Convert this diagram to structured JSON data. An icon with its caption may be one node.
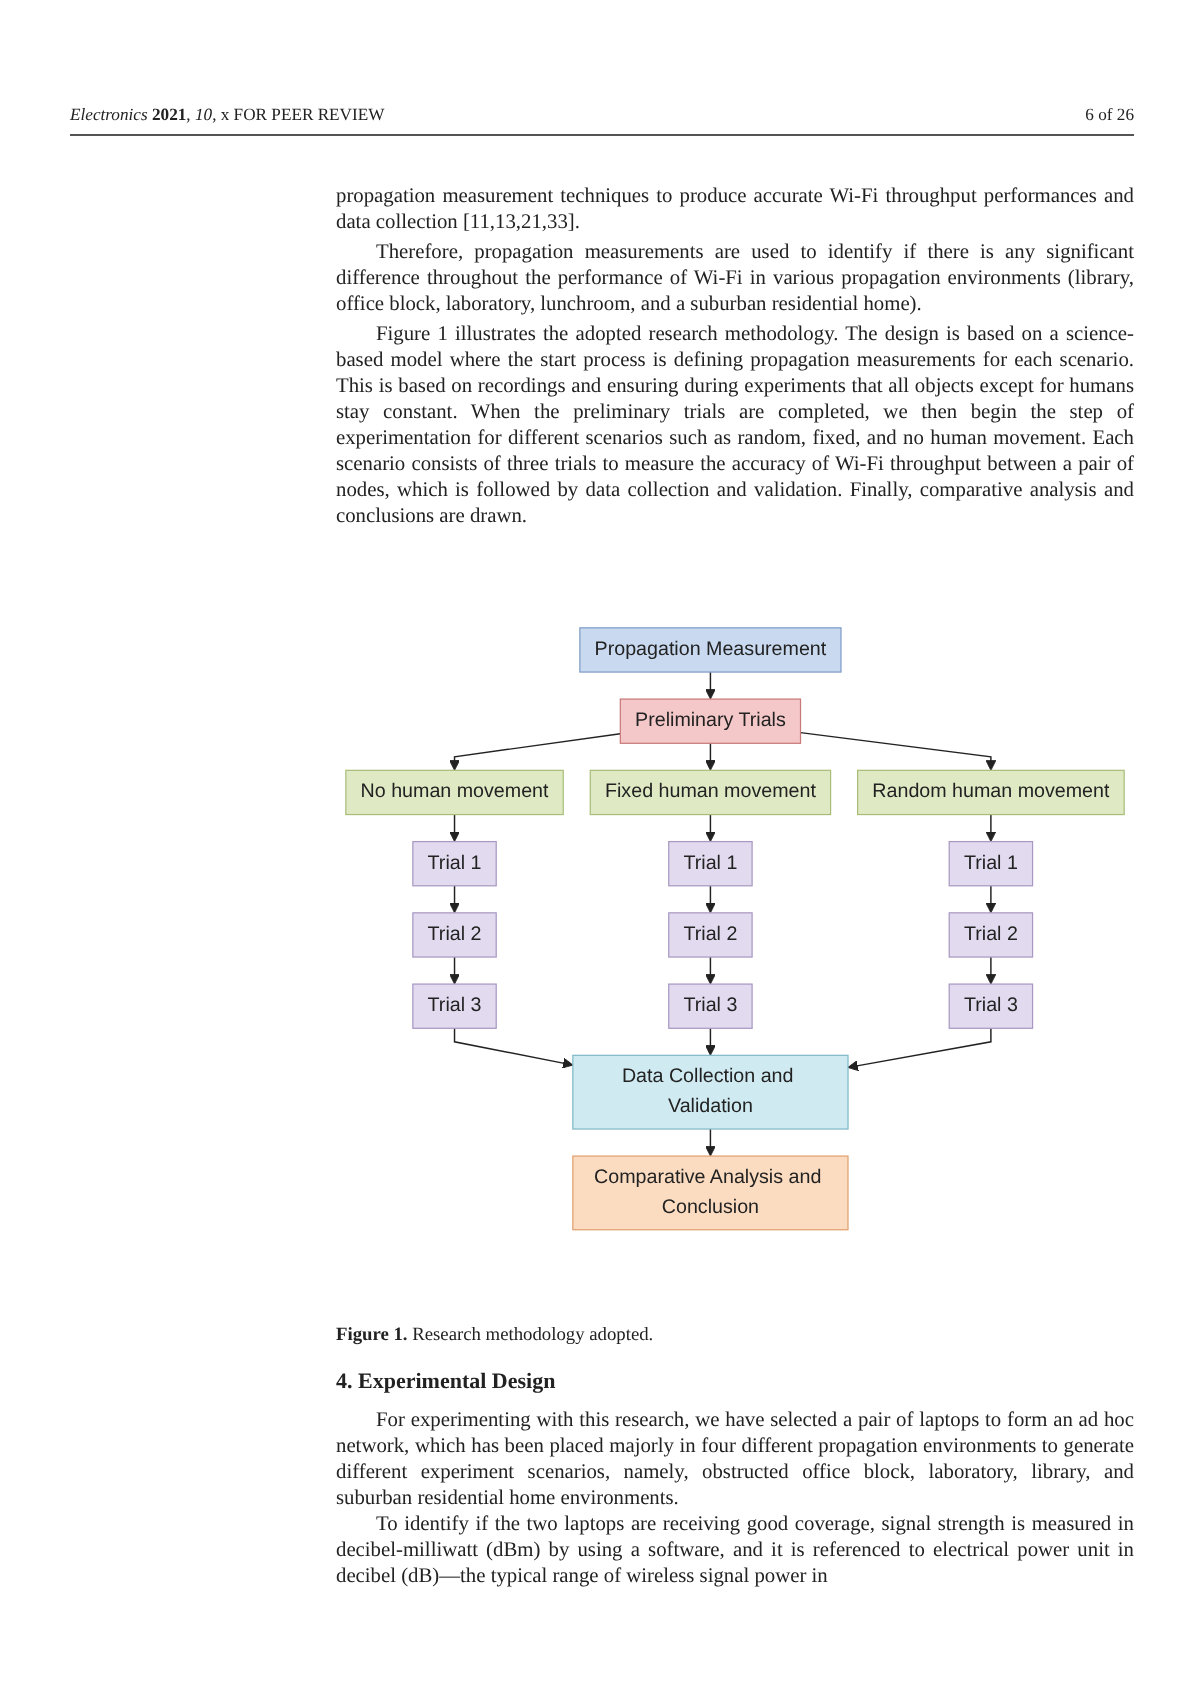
{
  "diagram": {
    "caption": "**Figure 1.** Research methodology adopted.",
    "nodes": [
      {
        "text": [
          "Propagation Measurement"
        ]
      },
      {
        "text": [
          "Preliminary Trials"
        ]
      },
      {
        "text": [
          "No human movement"
        ]
      },
      {
        "text": [
          "Fixed human movement"
        ]
      },
      {
        "text": [
          "Random human movement"
        ]
      },
      {
        "text": [
          "Trial 1"
        ]
      },
      {
        "text": [
          "Trial 1"
        ]
      },
      {
        "text": [
          "Trial 1"
        ]
      },
      {
        "text": [
          "Trial 2"
        ]
      },
      {
        "text": [
          "Trial 2"
        ]
      },
      {
        "text": [
          "Trial 2"
        ]
      },
      {
        "text": [
          "Trial 3"
        ]
      },
      {
        "text": [
          "Trial 3"
        ]
      },
      {
        "text": [
          "Trial 3"
        ]
      },
      {
        "text": [
          "Data Collection and Validation"
        ]
      },
      {
        "text": [
          "Comparative Analysis and Conclusion"
        ]
      }
    ],
    "edges": [
      {
        "from": 0,
        "to": 1,
        "arrow": "to"
      },
      {
        "from": 1,
        "to": 2,
        "arrow": "to"
      },
      {
        "from": 1,
        "to": 3,
        "arrow": "to"
      },
      {
        "from": 1,
        "to": 4,
        "arrow": "to"
      },
      {
        "from": 2,
        "to": 5,
        "arrow": "to"
      },
      {
        "from": 3,
        "to": 6,
        "arrow": "to"
      },
      {
        "from": 4,
        "to": 7,
        "arrow": "to"
      },
      {
        "from": 5,
        "to": 8,
        "arrow": "to"
      },
      {
        "from": 6,
        "to": 9,
        "arrow": "to"
      },
      {
        "from": 7,
        "to": 10,
        "arrow": "to"
      },
      {
        "from": 8,
        "to": 11,
        "arrow": "to"
      },
      {
        "from": 9,
        "to": 12,
        "arrow": "to"
      },
      {
        "from": 10,
        "to": 13,
        "arrow": "to"
      },
      {
        "from": 11,
        "to": 14,
        "arrow": "to"
      },
      {
        "from": 12,
        "to": 14,
        "arrow": "to"
      },
      {
        "from": 13,
        "to": 14,
        "arrow": "to"
      },
      {
        "from": 14,
        "to": 15,
        "arrow": "to"
      }
    ],
    "labels": [
      "*Electronics* **2021**, *10*, x FOR PEER REVIEW",
      "6 of 26",
      "propagation measurement techniques to produce accurate Wi-Fi throughput performances and data collection [11,13,21,33].",
      "Therefore, propagation measurements are used to identify if there is any significant difference throughout the performance of Wi-Fi in various propagation environments (library, office block, laboratory, lunchroom, and a suburban residential home).",
      "Figure 1 illustrates the adopted research methodology. The design is based on a science-based model where the start process is defining propagation measurements for each scenario. This is based on recordings and ensuring during experiments that all objects except for humans stay constant. When the preliminary trials are completed, we then begin the step of experimentation for different scenarios such as random, fixed, and no human movement. Each scenario consists of three trials to measure the accuracy of Wi-Fi throughput between a pair of nodes, which is followed by data collection and validation. Finally, comparative analysis and conclusions are drawn.",
      "4. Experimental Design",
      "For experimenting with this research, we have selected a pair of laptops to form an ad hoc network, which has been placed majorly in four different propagation environments to generate different experiment scenarios, namely, obstructed office block, laboratory, library, and suburban residential home environments.",
      "To identify if the two laptops are receiving good coverage, signal strength is measured in decibel-milliwatt (dBm) by using a software, and it is referenced to electrical power unit in decibel (dB)—the typical range of wireless signal power in"
    ]
  }
}
